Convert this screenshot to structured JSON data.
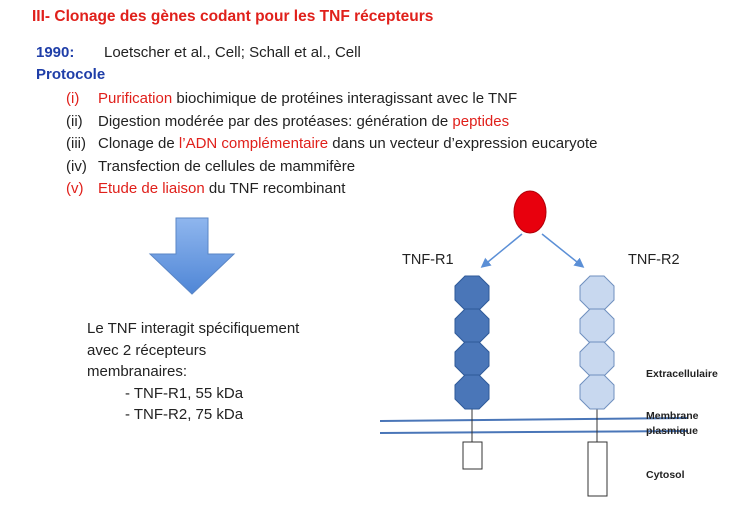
{
  "title": "III- Clonage des gènes codant pour les TNF récepteurs",
  "year": "1990:",
  "references": "Loetscher et al., Cell; Schall et al., Cell",
  "protocol_heading": "Protocole",
  "steps": [
    {
      "num": "(i)",
      "highlight": "Purification",
      "rest": " biochimique de protéines interagissant avec le TNF",
      "num_red": true
    },
    {
      "num": "(ii)",
      "pre": "Digestion modérée par des protéases: génération de ",
      "highlight": "peptides",
      "num_red": false
    },
    {
      "num": "(iii)",
      "pre": "Clonage de ",
      "highlight": "l’ADN complémentaire",
      "rest": " dans un vecteur d’expression eucaryote",
      "num_red": false
    },
    {
      "num": "(iv)",
      "pre": "Transfection de cellules de mammifère",
      "num_red": false
    },
    {
      "num": "(v)",
      "highlight": "Etude de liaison",
      "rest": " du TNF recombinant",
      "num_red": true
    }
  ],
  "summary": {
    "line1": "Le TNF interagit spécifiquement",
    "line2": "avec 2 récepteurs",
    "line3": "membranaires:",
    "item1": "- TNF-R1, 55 kDa",
    "item2": "- TNF-R2, 75 kDa"
  },
  "diagram": {
    "receptor1_label": "TNF-R1",
    "receptor2_label": "TNF-R2",
    "extracellular_label": "Extracellulaire",
    "membrane_label_1": "Membrane",
    "membrane_label_2": "plasmique",
    "cytosol_label": "Cytosol",
    "colors": {
      "ligand": "#e8000d",
      "receptor1": "#4a76b8",
      "receptor2": "#c8d8ef",
      "membrane": "#4a76b8",
      "arrow": "#5b8fd6",
      "red_text": "#e0201b",
      "blue_text": "#1f3ea8"
    }
  }
}
